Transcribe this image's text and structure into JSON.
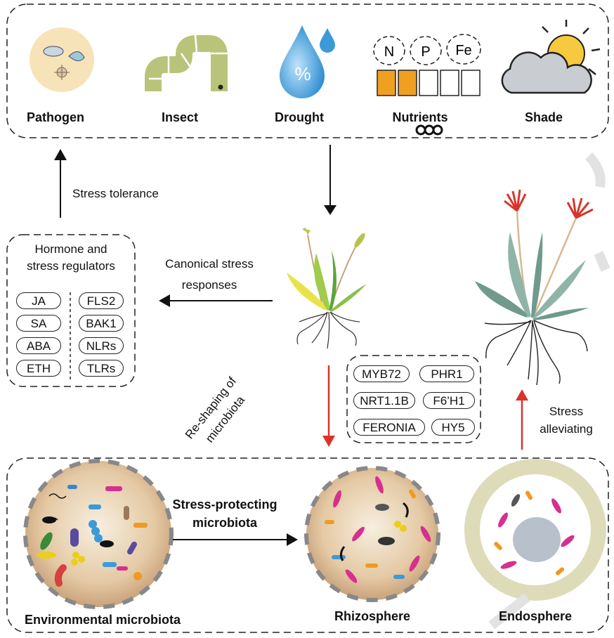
{
  "stresses": [
    {
      "label": "Pathogen",
      "icon": "pathogen-icon"
    },
    {
      "label": "Insect",
      "icon": "insect-icon"
    },
    {
      "label": "Drought",
      "icon": "drought-icon"
    },
    {
      "label": "Nutrients",
      "icon": "nutrients-icon"
    },
    {
      "label": "Shade",
      "icon": "shade-icon"
    }
  ],
  "drought_symbol": "%",
  "nutrient_elements": [
    "N",
    "P",
    "Fe"
  ],
  "stress_tolerance": "Stress tolerance",
  "hormone": {
    "title_line1": "Hormone and",
    "title_line2": "stress regulators",
    "left": [
      "JA",
      "SA",
      "ABA",
      "ETH"
    ],
    "right": [
      "FLS2",
      "BAK1",
      "NLRs",
      "TLRs"
    ]
  },
  "canonical_line1": "Canonical stress",
  "canonical_line2": "responses",
  "reshaping_line1": "Re-shaping of",
  "reshaping_line2": "microbiota",
  "genes": [
    "MYB72",
    "PHR1",
    "NRT1.1B",
    "F6’H1",
    "FERONIA",
    "HY5"
  ],
  "stress_alleviating_line1": "Stress",
  "stress_alleviating_line2": "alleviating",
  "protecting_line1": "Stress-protecting",
  "protecting_line2": "microbiota",
  "compartments": {
    "environmental": "Environmental microbiota",
    "rhizosphere": "Rhizosphere",
    "endosphere": "Endosphere"
  },
  "colors": {
    "nutrient_fill": "#f0a020",
    "arrow_red": "#d9342b",
    "drop_blue": "#3c9ad8",
    "insect_green": "#b9c47a",
    "microbe_pink": "#d6308e",
    "microbe_orange": "#f09a22"
  }
}
